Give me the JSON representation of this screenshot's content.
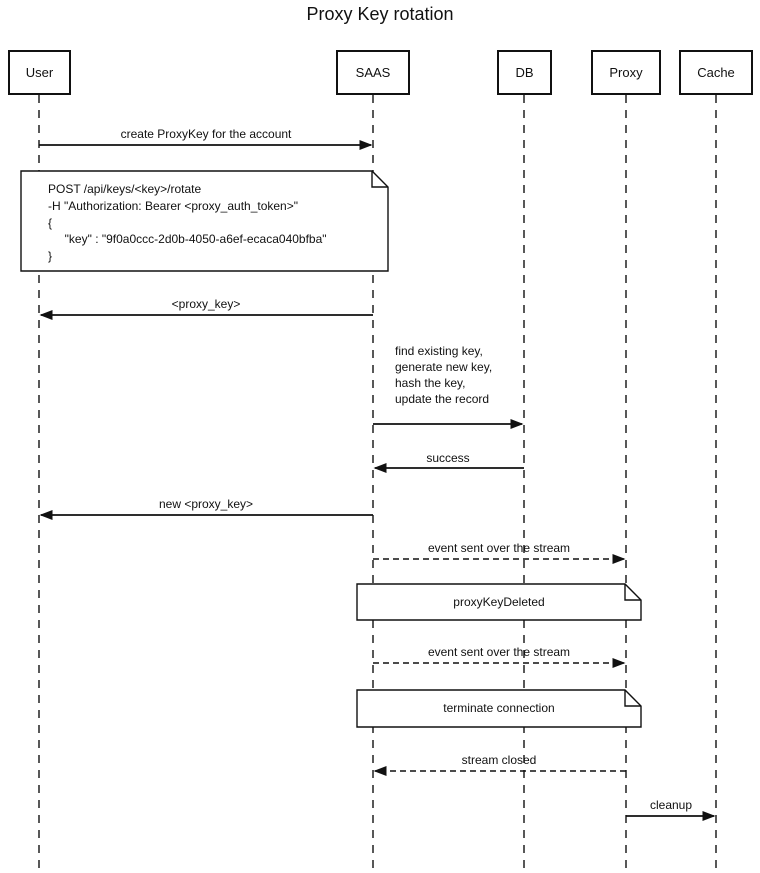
{
  "title": "Proxy Key rotation",
  "actors": [
    {
      "label": "User"
    },
    {
      "label": "SAAS"
    },
    {
      "label": "DB"
    },
    {
      "label": "Proxy"
    },
    {
      "label": "Cache"
    }
  ],
  "messages": {
    "create_key": "create ProxyKey for the account",
    "proxy_key": "<proxy_key>",
    "db_work": "find existing key,\ngenerate new key,\nhash the key,\nupdate the record",
    "success": "success",
    "new_proxy_key": "new <proxy_key>",
    "event_stream_1": "event sent over the stream",
    "event_stream_2": "event sent over the stream",
    "stream_closed": "stream closed",
    "cleanup": "cleanup"
  },
  "notes": {
    "rotate_request": "POST /api/keys/<key>/rotate\n-H \"Authorization: Bearer <proxy_auth_token>\"\n{\n     \"key\" : \"9f0a0ccc-2d0b-4050-a6ef-ecaca040bfba\"\n}",
    "proxy_key_deleted": "proxyKeyDeleted",
    "terminate_connection": "terminate connection"
  },
  "colors": {
    "line": "#111111",
    "background": "#ffffff"
  }
}
